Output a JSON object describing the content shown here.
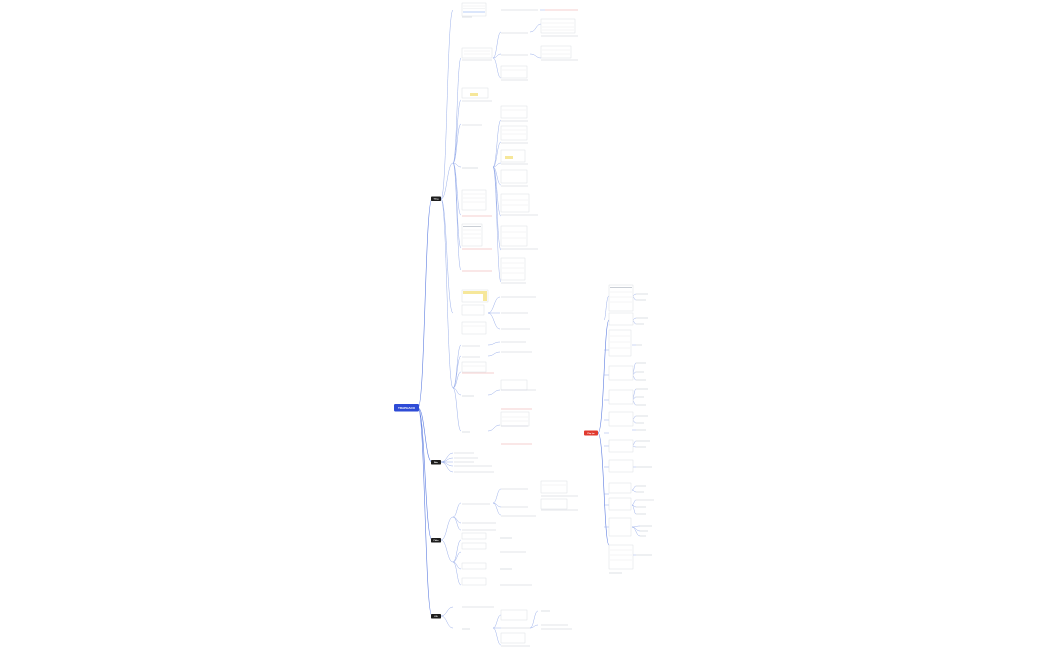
{
  "mindmap": {
    "root_title": "TRAPHACO",
    "side_root_title": "Phụ lục",
    "hubs": [
      "Tổng",
      "Báo",
      "Phân",
      "Kết"
    ],
    "accent_colors": {
      "root": "#2e4bd6",
      "side_root": "#e03a2f",
      "hub": "#1d1d1d",
      "edge": "#8fa6e8",
      "note_red": "#e05a5a"
    }
  }
}
